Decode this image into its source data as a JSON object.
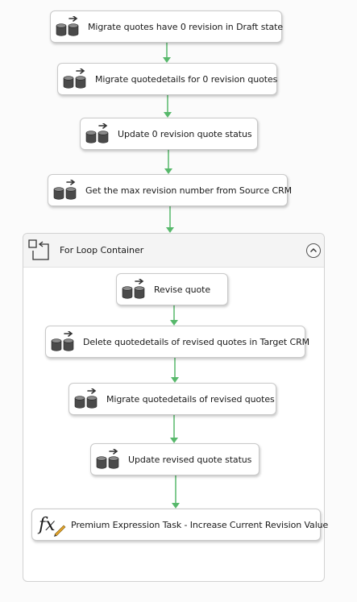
{
  "colors": {
    "connector": "#57b86b",
    "task_border": "#c9c9c9",
    "background": "#fbfbfb"
  },
  "tasks": [
    {
      "label": "Migrate quotes have 0 revision in Draft state",
      "icon": "data-flow-task-icon"
    },
    {
      "label": "Migrate quotedetails for 0 revision quotes",
      "icon": "data-flow-task-icon"
    },
    {
      "label": "Update 0 revision quote status",
      "icon": "data-flow-task-icon"
    },
    {
      "label": "Get the max revision number from Source CRM",
      "icon": "data-flow-task-icon"
    }
  ],
  "container": {
    "title": "For Loop Container",
    "icon": "for-loop-icon",
    "collapse_icon": "chevron-up-icon",
    "tasks": [
      {
        "label": "Revise quote",
        "icon": "data-flow-task-icon"
      },
      {
        "label": "Delete quotedetails of revised quotes in Target CRM",
        "icon": "data-flow-task-icon"
      },
      {
        "label": "Migrate quotedetails of revised quotes",
        "icon": "data-flow-task-icon"
      },
      {
        "label": "Update revised quote status",
        "icon": "data-flow-task-icon"
      },
      {
        "label": "Premium Expression Task - Increase Current Revision Value",
        "icon": "expression-fx-icon"
      }
    ]
  }
}
